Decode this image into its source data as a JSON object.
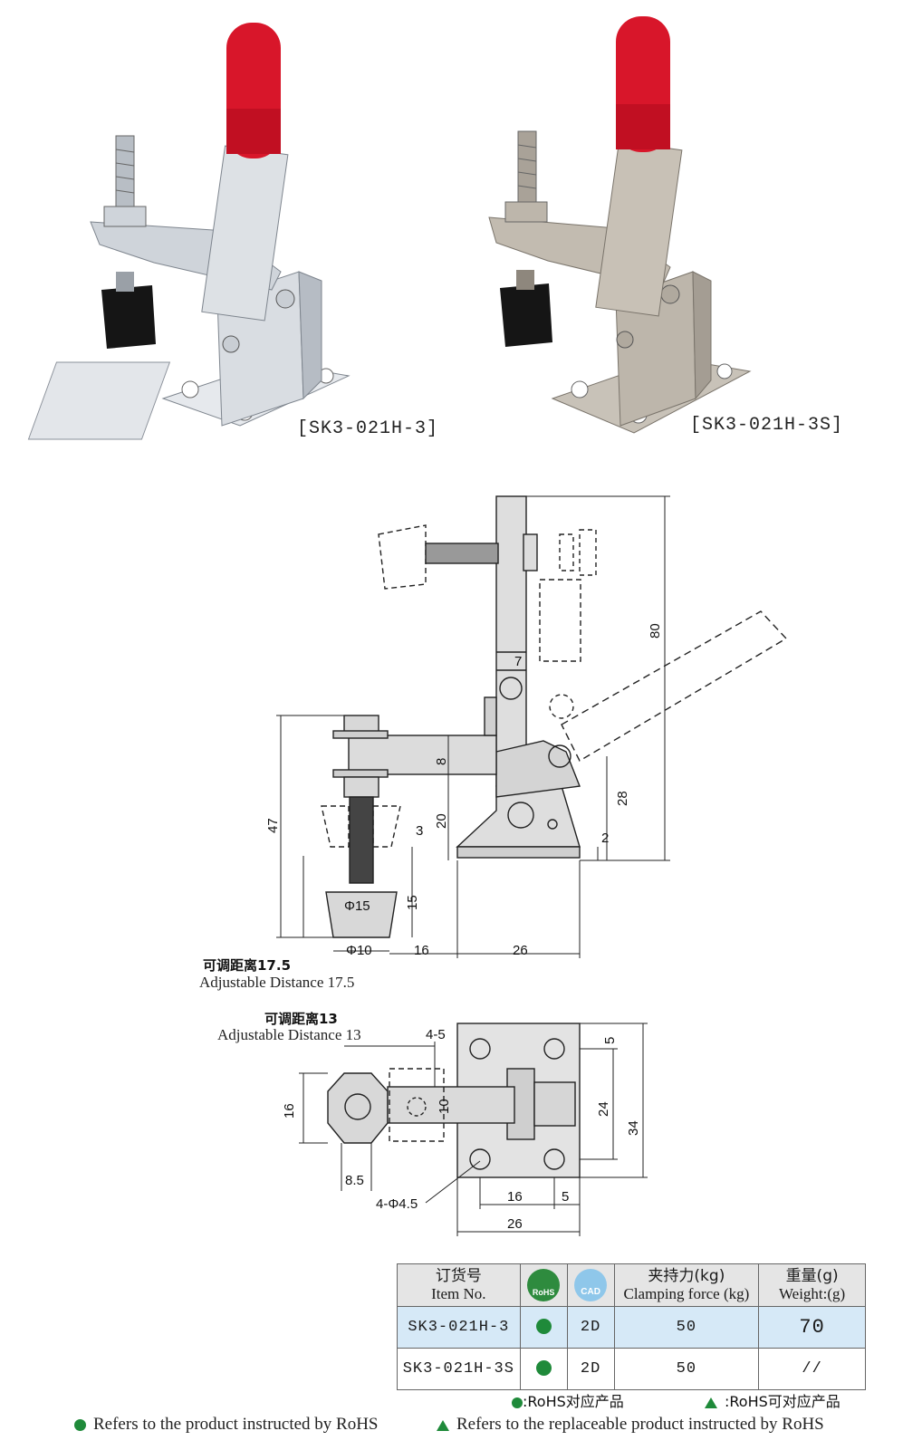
{
  "products": [
    {
      "caption": "[SK3-021H-3]"
    },
    {
      "caption": "[SK3-021H-3S]"
    }
  ],
  "side_view": {
    "dims": [
      "80",
      "7",
      "8",
      "47",
      "20",
      "28",
      "3",
      "2",
      "15",
      "Φ15",
      "Φ10",
      "16",
      "26"
    ],
    "adjustable_cn": "可调距离17.5",
    "adjustable_en": "Adjustable Distance 17.5"
  },
  "top_view": {
    "adjustable_cn": "可调距离13",
    "adjustable_en": "Adjustable Distance 13",
    "dims": [
      "4-5",
      "5",
      "16",
      "10",
      "24",
      "34",
      "8.5",
      "4-Φ4.5",
      "16",
      "5",
      "26"
    ]
  },
  "table": {
    "headers": [
      {
        "cn": "订货号",
        "en": "Item No."
      },
      {
        "icon": "rohs-icon",
        "label": "RoHS"
      },
      {
        "icon": "cad-icon",
        "label": "CAD"
      },
      {
        "cn": "夹持力(kg)",
        "en": "Clamping force (kg)"
      },
      {
        "cn": "重量(g)",
        "en": "Weight:(g)"
      }
    ],
    "rows": [
      {
        "item": "SK3-021H-3",
        "rohs": "dot",
        "cad": "2D",
        "force": "50",
        "weight": "70"
      },
      {
        "item": "SK3-021H-3S",
        "rohs": "dot",
        "cad": "2D",
        "force": "50",
        "weight": "//"
      }
    ]
  },
  "legend": {
    "dot_text": ":RoHS对应产品",
    "tri_text": ":RoHS可对应产品"
  },
  "footer": {
    "dot_text": "Refers to the product instructed by RoHS",
    "tri_text": "Refers to the replaceable product instructed by RoHS"
  },
  "colors": {
    "accent": "#1f8a3a",
    "handle": "#d8162a",
    "highlight_row": "#d6e9f7"
  }
}
